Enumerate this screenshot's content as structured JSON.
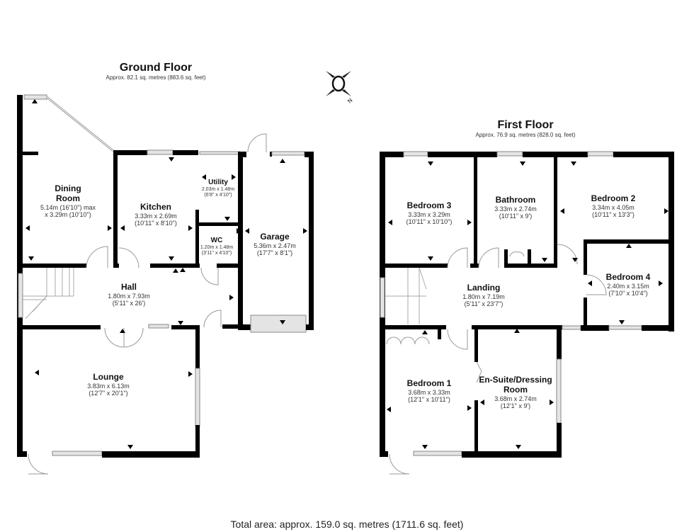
{
  "compass": {
    "icon": "compass-icon",
    "north_label": "N"
  },
  "ground_floor": {
    "title": "Ground Floor",
    "area": "Approx. 82.1 sq. metres (883.6 sq. feet)",
    "rooms": [
      {
        "name": "Dining",
        "name2": "Room",
        "dim_m": "5.14m (16'10\") max",
        "dim_ft": "x 3.29m (10'10\")"
      },
      {
        "name": "Kitchen",
        "dim_m": "3.33m x 2.69m",
        "dim_ft": "(10'11\" x 8'10\")"
      },
      {
        "name": "Utility",
        "dim_m": "2.03m x 1.48m",
        "dim_ft": "(6'8\" x 4'10\")"
      },
      {
        "name": "WC",
        "dim_m": "1.20m x 1.48m",
        "dim_ft": "(3'11\" x 4'10\")"
      },
      {
        "name": "Garage",
        "dim_m": "5.36m x 2.47m",
        "dim_ft": "(17'7\" x 8'1\")"
      },
      {
        "name": "Hall",
        "dim_m": "1.80m x 7.93m",
        "dim_ft": "(5'11\" x 26')"
      },
      {
        "name": "Lounge",
        "dim_m": "3.83m x 6.13m",
        "dim_ft": "(12'7\" x 20'1\")"
      }
    ]
  },
  "first_floor": {
    "title": "First Floor",
    "area": "Approx. 76.9 sq. metres (828.0 sq. feet)",
    "rooms": [
      {
        "name": "Bedroom 3",
        "dim_m": "3.33m x 3.29m",
        "dim_ft": "(10'11\" x 10'10\")"
      },
      {
        "name": "Bathroom",
        "dim_m": "3.33m x 2.74m",
        "dim_ft": "(10'11\" x 9')"
      },
      {
        "name": "Bedroom 2",
        "dim_m": "3.34m x 4.05m",
        "dim_ft": "(10'11\" x 13'3\")"
      },
      {
        "name": "Bedroom 4",
        "dim_m": "2.40m x 3.15m",
        "dim_ft": "(7'10\" x 10'4\")"
      },
      {
        "name": "Landing",
        "dim_m": "1.80m x 7.19m",
        "dim_ft": "(5'11\" x 23'7\")"
      },
      {
        "name": "Bedroom 1",
        "dim_m": "3.68m x 3.33m",
        "dim_ft": "(12'1\" x 10'11\")"
      },
      {
        "name": "En-Suite/Dressing",
        "name2": "Room",
        "dim_m": "3.68m x 2.74m",
        "dim_ft": "(12'1\" x 9')"
      }
    ]
  },
  "total_area": "Total area: approx. 159.0 sq. metres (1711.6 sq. feet)"
}
